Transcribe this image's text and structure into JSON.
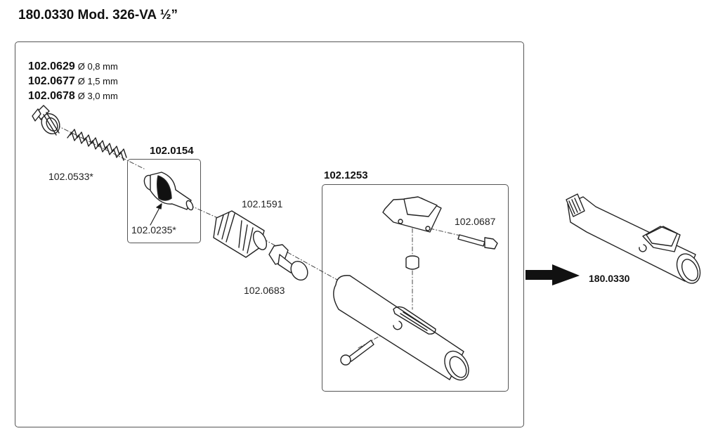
{
  "title": "180.0330 Mod. 326-VA ½”",
  "nozzle_variants": [
    {
      "part": "102.0629",
      "diameter": "Ø 0,8 mm"
    },
    {
      "part": "102.0677",
      "diameter": "Ø 1,5 mm"
    },
    {
      "part": "102.0678",
      "diameter": "Ø 3,0 mm"
    }
  ],
  "parts": {
    "spring": "102.0533*",
    "valve_group": "102.0154",
    "valve_insert": "102.0235*",
    "nipple": "102.1591",
    "nut_pin": "102.0683",
    "handle_group": "102.1253",
    "screw": "102.0687"
  },
  "result": {
    "part": "180.0330",
    "arrow_icon": "right-arrow"
  }
}
